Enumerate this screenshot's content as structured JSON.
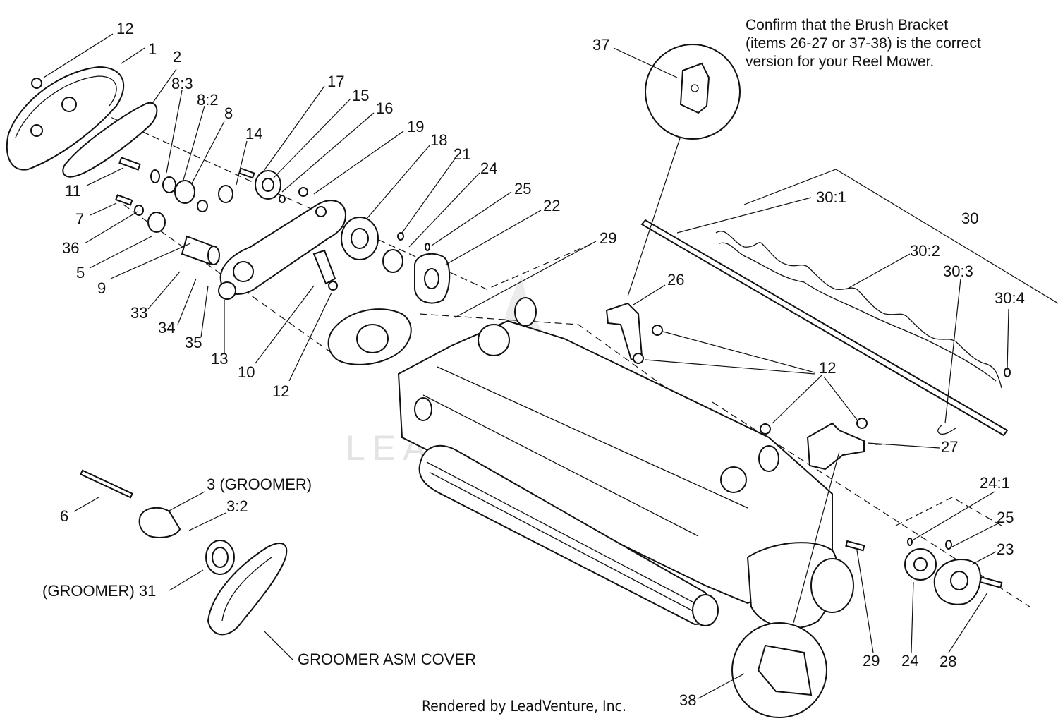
{
  "note": {
    "line1": "Confirm that the Brush Bracket",
    "line2": "(items 26-27 or 37-38) is the correct",
    "line3": "version for your Reel Mower."
  },
  "watermark": "LEADVENTURE",
  "footer": "Rendered by LeadVenture, Inc.",
  "callouts": {
    "c12a": "12",
    "c1": "1",
    "c2": "2",
    "c8_3": "8:3",
    "c8_2": "8:2",
    "c8": "8",
    "c17": "17",
    "c15": "15",
    "c16": "16",
    "c14": "14",
    "c19": "19",
    "c18": "18",
    "c21": "21",
    "c24a": "24",
    "c25a": "25",
    "c22": "22",
    "c11": "11",
    "c7": "7",
    "c36": "36",
    "c5": "5",
    "c9": "9",
    "c33": "33",
    "c34": "34",
    "c35": "35",
    "c13": "13",
    "c10": "10",
    "c12b": "12",
    "c29a": "29",
    "c37": "37",
    "c30_1": "30:1",
    "c30": "30",
    "c30_2": "30:2",
    "c30_3": "30:3",
    "c30_4": "30:4",
    "c26": "26",
    "c12c": "12",
    "c27": "27",
    "c24_1": "24:1",
    "c25b": "25",
    "c23": "23",
    "c29b": "29",
    "c24b": "24",
    "c28": "28",
    "c38": "38",
    "c6": "6",
    "c3": "3 (GROOMER)",
    "c3_2": "3:2",
    "c31": "(GROOMER) 31",
    "cover": "GROOMER ASM COVER"
  }
}
